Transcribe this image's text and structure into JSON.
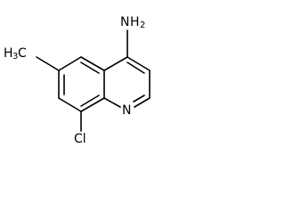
{
  "molecule": {
    "atoms": {
      "amine_n": "N",
      "amine_h": "H",
      "amine_subscript": "2",
      "methyl_h": "H",
      "methyl_subscript": "3",
      "methyl_c": "C",
      "ring_n": "N",
      "chloro": "Cl"
    },
    "colors": {
      "bond": "#000000",
      "background": "#ffffff",
      "label": "#000000"
    }
  }
}
